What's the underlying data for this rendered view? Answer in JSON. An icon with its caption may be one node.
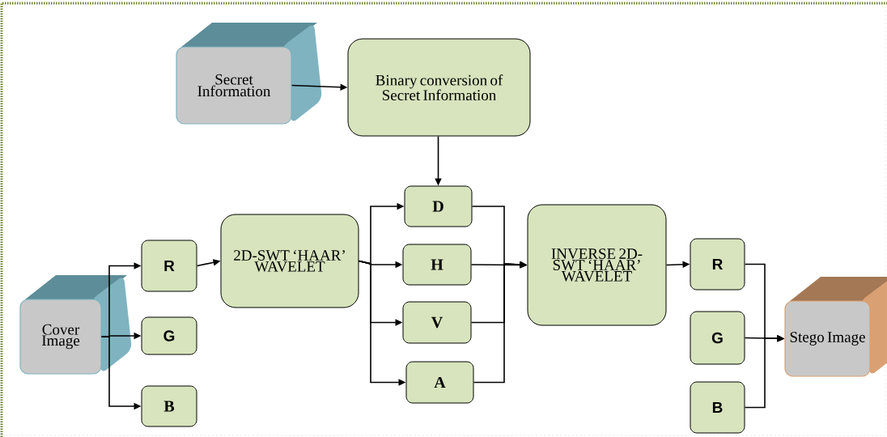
{
  "diagram": {
    "nodes": [
      {
        "text": [
          "Secret Information"
        ]
      },
      {
        "text": [
          "Binary conversion of Secret Information"
        ]
      },
      {
        "text": [
          "Cover Image"
        ]
      },
      {
        "text": [
          "R"
        ]
      },
      {
        "text": [
          "G"
        ]
      },
      {
        "text": [
          "B"
        ]
      },
      {
        "text": [
          "2D-SWT ‘HAAR’ WAVELET"
        ]
      },
      {
        "text": [
          "D"
        ]
      },
      {
        "text": [
          "H"
        ]
      },
      {
        "text": [
          "V"
        ]
      },
      {
        "text": [
          "A"
        ]
      },
      {
        "text": [
          "INVERSE 2D-SWT ‘HAAR’ WAVELET"
        ]
      },
      {
        "text": [
          "R"
        ]
      },
      {
        "text": [
          "G"
        ]
      },
      {
        "text": [
          "B"
        ]
      },
      {
        "text": [
          "Stego Image"
        ]
      }
    ],
    "edges": [
      {
        "from": 0,
        "to": 1,
        "arrow": "to"
      },
      {
        "from": 1,
        "to": 7,
        "arrow": "to"
      },
      {
        "from": 2,
        "to": 3,
        "arrow": "to"
      },
      {
        "from": 2,
        "to": 4,
        "arrow": "to"
      },
      {
        "from": 2,
        "to": 5,
        "arrow": "to"
      },
      {
        "from": 3,
        "to": 6,
        "arrow": "to"
      },
      {
        "from": 6,
        "to": 7,
        "arrow": "to"
      },
      {
        "from": 6,
        "to": 8,
        "arrow": "to"
      },
      {
        "from": 6,
        "to": 9,
        "arrow": "to"
      },
      {
        "from": 6,
        "to": 10,
        "arrow": "to"
      },
      {
        "from": 7,
        "to": 11,
        "arrow": "to"
      },
      {
        "from": 8,
        "to": 11,
        "arrow": "to"
      },
      {
        "from": 9,
        "to": 11,
        "arrow": "to"
      },
      {
        "from": 10,
        "to": 11,
        "arrow": "to"
      },
      {
        "from": 11,
        "to": 12,
        "arrow": "to"
      },
      {
        "from": 12,
        "to": 15,
        "arrow": "to"
      },
      {
        "from": 13,
        "to": 15,
        "arrow": "to"
      },
      {
        "from": 14,
        "to": 15,
        "arrow": "to"
      }
    ]
  }
}
